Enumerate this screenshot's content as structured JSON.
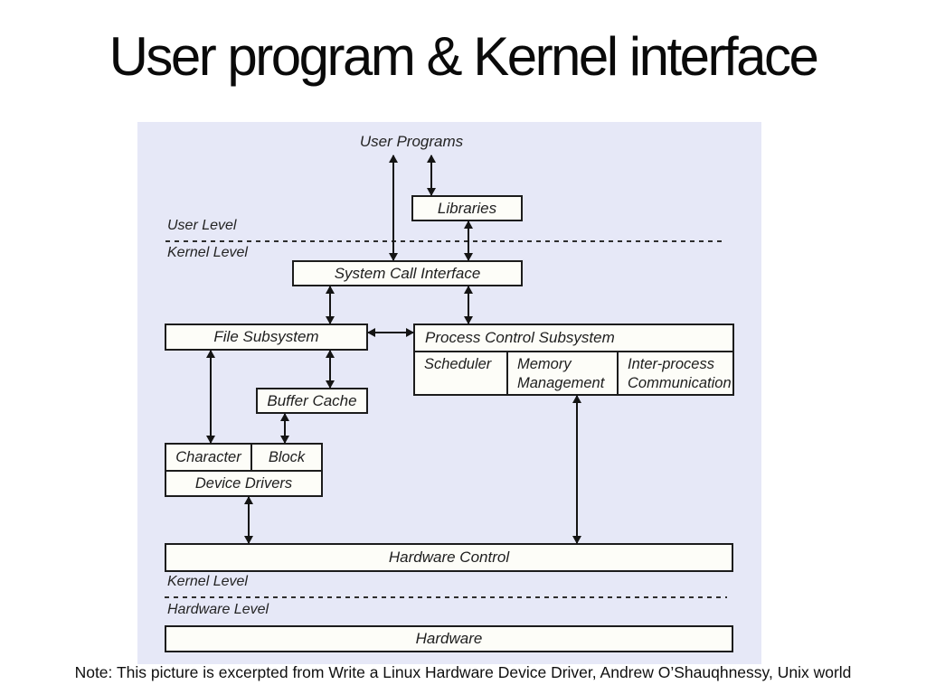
{
  "slide": {
    "title": "User program & Kernel interface",
    "note": "Note: This picture is excerpted from Write a Linux Hardware Device Driver, Andrew O’Shauqhnessy, Unix world"
  },
  "diagram": {
    "panel_bg_color": "#e6e8f7",
    "box_fill_color": "#fdfdf8",
    "line_color": "#141414",
    "labels": {
      "user_programs": "User Programs",
      "user_level": "User Level",
      "kernel_level_top": "Kernel Level",
      "kernel_level_bottom": "Kernel Level",
      "hardware_level": "Hardware Level"
    },
    "boxes": {
      "libraries": "Libraries",
      "system_call_interface": "System Call Interface",
      "file_subsystem": "File Subsystem",
      "process_control_subsystem": "Process Control Subsystem",
      "scheduler": "Scheduler",
      "memory_management": "Memory Management",
      "inter_process_communication": "Inter-process Communication",
      "buffer_cache": "Buffer Cache",
      "character": "Character",
      "block": "Block",
      "device_drivers": "Device Drivers",
      "hardware_control": "Hardware Control",
      "hardware": "Hardware"
    }
  }
}
